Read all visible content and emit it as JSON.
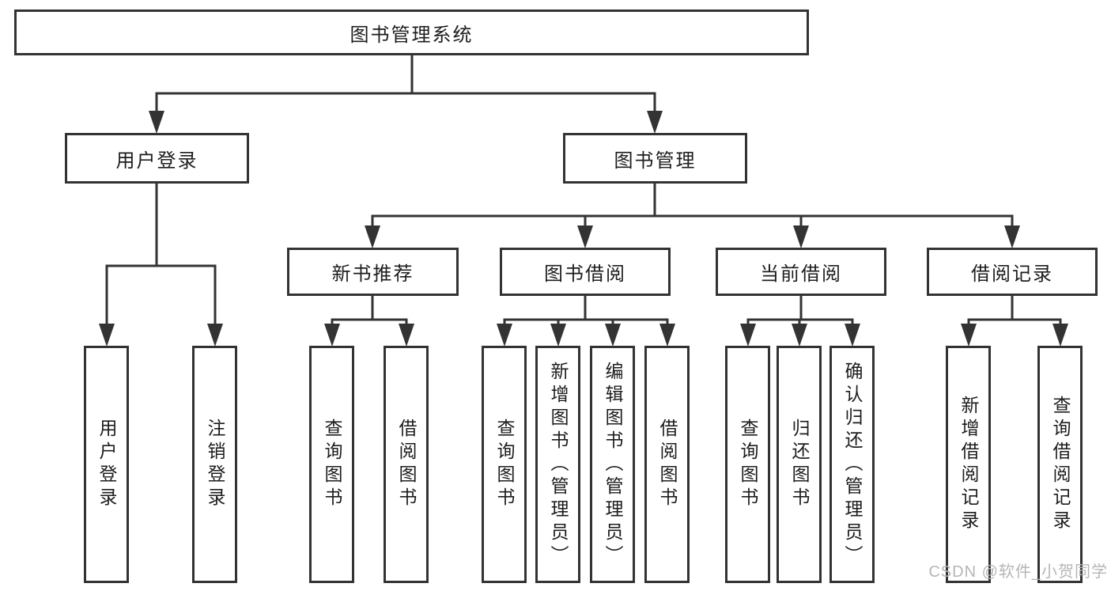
{
  "tree": {
    "label": "图书管理系统",
    "children": [
      {
        "label": "用户登录",
        "children": [
          {
            "label": "用户登录"
          },
          {
            "label": "注销登录"
          }
        ]
      },
      {
        "label": "图书管理",
        "children": [
          {
            "label": "新书推荐",
            "children": [
              {
                "label": "查询图书"
              },
              {
                "label": "借阅图书"
              }
            ]
          },
          {
            "label": "图书借阅",
            "children": [
              {
                "label": "查询图书"
              },
              {
                "label": "新增图书（管理员）"
              },
              {
                "label": "编辑图书（管理员）"
              },
              {
                "label": "借阅图书"
              }
            ]
          },
          {
            "label": "当前借阅",
            "children": [
              {
                "label": "查询图书"
              },
              {
                "label": "归还图书"
              },
              {
                "label": "确认归还（管理员）"
              }
            ]
          },
          {
            "label": "借阅记录",
            "children": [
              {
                "label": "新增借阅记录"
              },
              {
                "label": "查询借阅记录"
              }
            ]
          }
        ]
      }
    ]
  },
  "watermark": "CSDN @软件_小贺同学",
  "colors": {
    "line": "#333333",
    "box_border": "#333333",
    "text": "#1d1d1d",
    "watermark": "#b6b6b6",
    "background": "#ffffff"
  }
}
